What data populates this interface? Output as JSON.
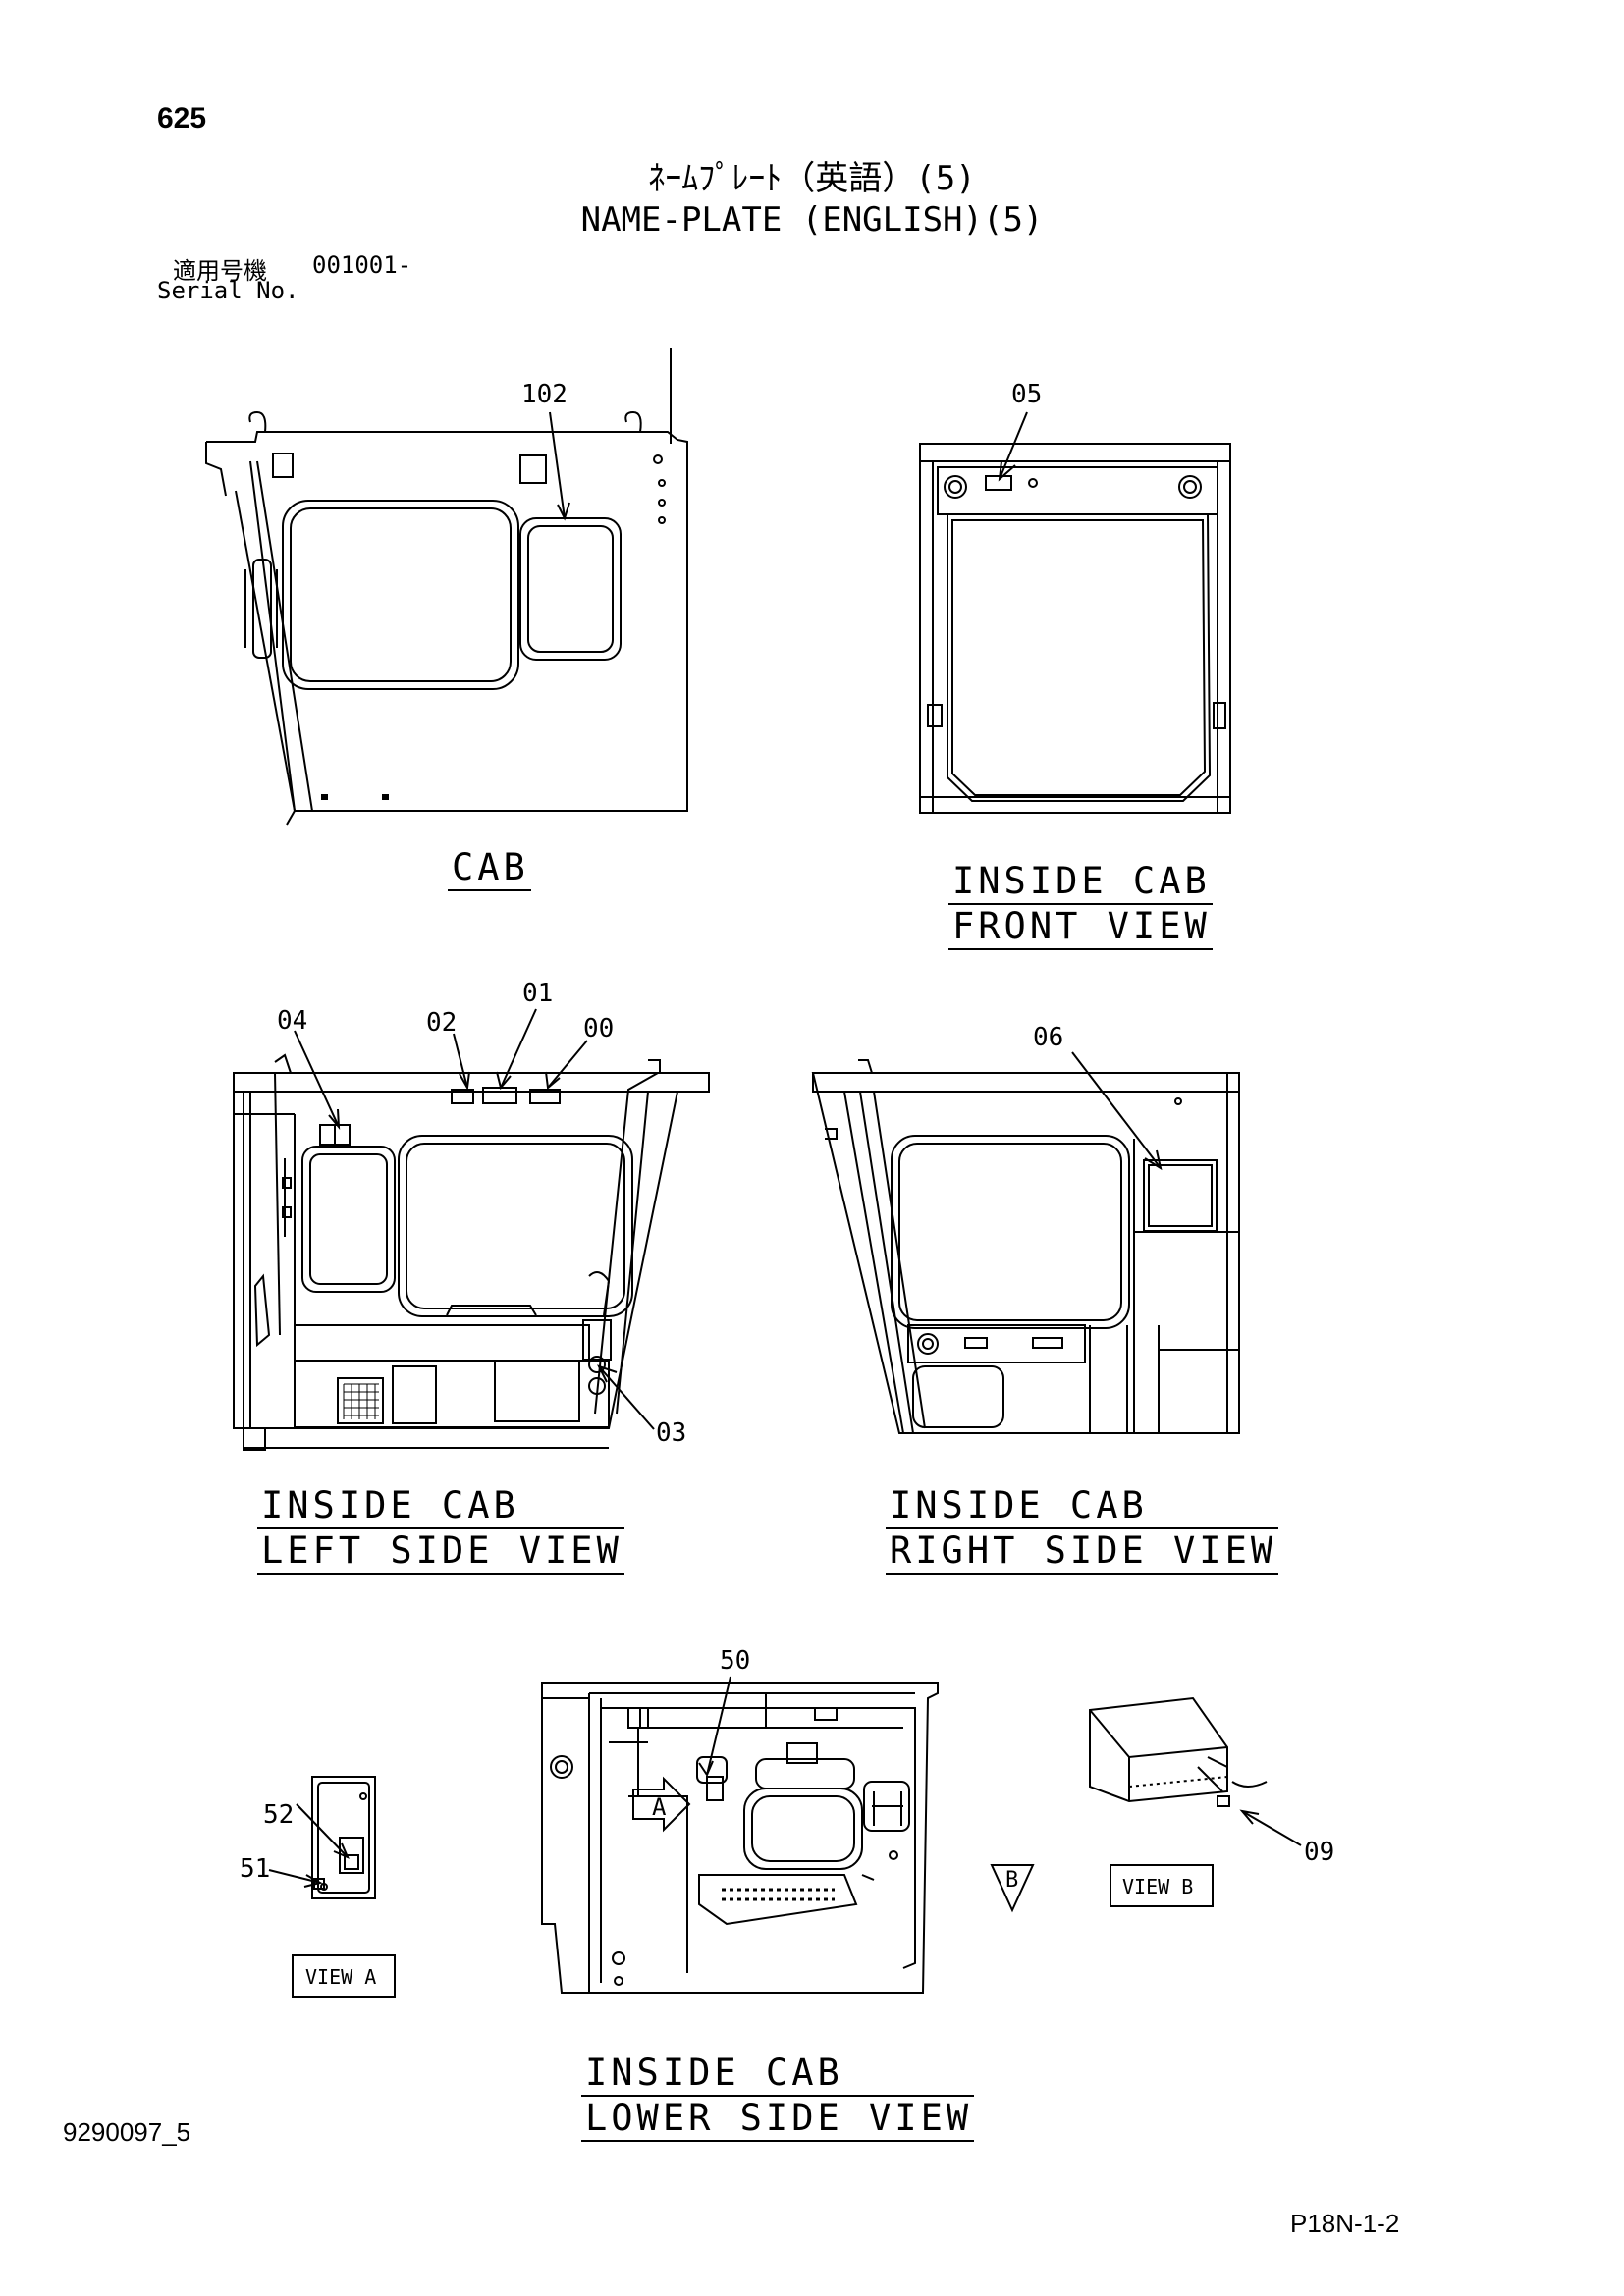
{
  "header": {
    "page_number": "625",
    "title_jp": "ﾈｰﾑﾌﾟﾚｰﾄ（英語）(5)",
    "title_en": "NAME-PLATE (ENGLISH)(5)",
    "serial_label_jp": "適用号機",
    "serial_range": "001001-",
    "serial_label_en": "Serial No."
  },
  "views": {
    "cab": "CAB",
    "front": [
      "INSIDE CAB",
      "FRONT VIEW"
    ],
    "left": [
      "INSIDE CAB",
      "LEFT SIDE VIEW"
    ],
    "right": [
      "INSIDE CAB",
      "RIGHT SIDE VIEW"
    ],
    "lower": [
      "INSIDE CAB",
      "LOWER SIDE VIEW"
    ],
    "view_a": "VIEW A",
    "view_b": "VIEW B",
    "arrow_a": "A",
    "arrow_b": "B"
  },
  "callouts": {
    "c102": "102",
    "c05": "05",
    "c04": "04",
    "c02": "02",
    "c01": "01",
    "c00": "00",
    "c03": "03",
    "c06": "06",
    "c50": "50",
    "c52": "52",
    "c51": "51",
    "c09": "09"
  },
  "footer": {
    "doc_id": "9290097_5",
    "sheet_ref": "P18N-1-2"
  }
}
